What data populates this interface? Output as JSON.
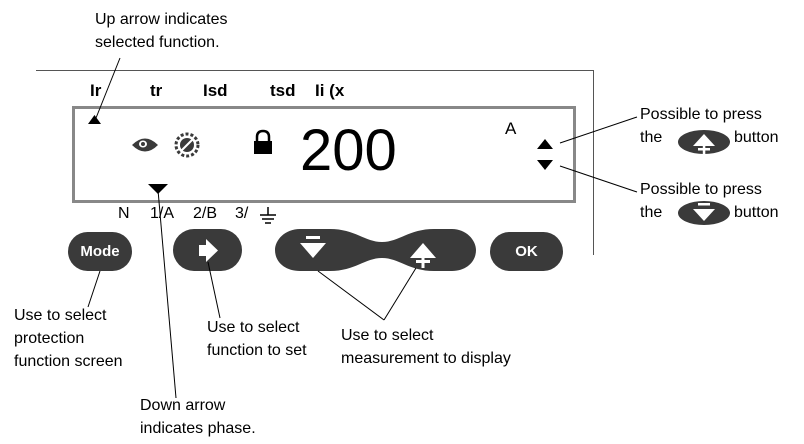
{
  "annotations": {
    "up_arrow": "Up arrow indicates\nselected function.",
    "press_up": "Possible to press\nthe",
    "press_up_suffix": "button",
    "press_down": "Possible to press\nthe",
    "press_down_suffix": "button",
    "mode_help": "Use to select\nprotection\nfunction screen",
    "function_help": "Use to select\nfunction to set",
    "measure_help": "Use to select\nmeasurement to display",
    "down_arrow": "Down arrow\nindicates phase."
  },
  "functions": [
    "Ir",
    "tr",
    "Isd",
    "tsd",
    "Ii (x"
  ],
  "phases": [
    "N",
    "1/A",
    "2/B",
    "3/"
  ],
  "display": {
    "value": "200",
    "unit": "A"
  },
  "buttons": {
    "mode": "Mode",
    "ok": "OK"
  },
  "icons": {
    "eye": "eye-icon",
    "gear": "settings-icon",
    "lock": "lock-icon",
    "up": "triangle-up-icon",
    "down": "triangle-down-icon",
    "ground": "ground-icon"
  },
  "colors": {
    "button": "#3a3a3a",
    "lcd_border": "#888888"
  }
}
